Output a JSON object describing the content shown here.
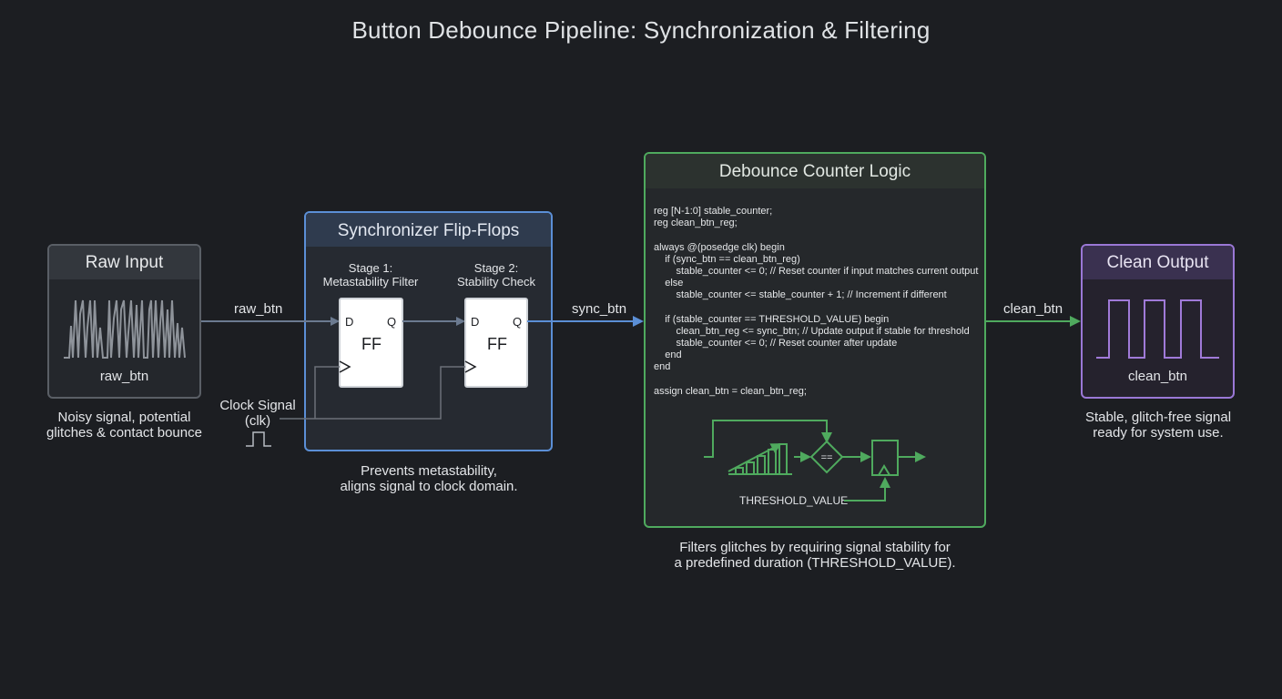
{
  "title": "Button Debounce Pipeline: Synchronization & Filtering",
  "raw_input": {
    "header": "Raw Input",
    "signal_label": "raw_btn",
    "caption_lines": [
      "Noisy signal, potential",
      "glitches & contact bounce"
    ]
  },
  "synchronizer": {
    "header": "Synchronizer Flip-Flops",
    "stage1_lines": [
      "Stage 1:",
      "Metastability Filter"
    ],
    "stage2_lines": [
      "Stage 2:",
      "Stability Check"
    ],
    "ff1": {
      "d": "D",
      "q": "Q",
      "name": "FF"
    },
    "ff2": {
      "d": "D",
      "q": "Q",
      "name": "FF"
    },
    "caption_lines": [
      "Prevents metastability,",
      "aligns signal to clock domain."
    ]
  },
  "clock": {
    "label_lines": [
      "Clock Signal",
      "(clk)"
    ]
  },
  "wires": {
    "raw_btn": "raw_btn",
    "sync_btn": "sync_btn",
    "clean_btn": "clean_btn"
  },
  "debounce": {
    "header": "Debounce Counter Logic",
    "code_lines": [
      "reg [N-1:0] stable_counter;",
      "reg clean_btn_reg;",
      "",
      "always @(posedge clk) begin",
      "    if (sync_btn == clean_btn_reg)",
      "        stable_counter <= 0; // Reset counter if input matches current output",
      "    else",
      "        stable_counter <= stable_counter + 1; // Increment if different",
      "",
      "    if (stable_counter == THRESHOLD_VALUE) begin",
      "        clean_btn_reg <= sync_btn; // Update output if stable for threshold",
      "        stable_counter <= 0; // Reset counter after update",
      "    end",
      "end",
      "",
      "assign clean_btn = clean_btn_reg;"
    ],
    "comparator_symbol": "==",
    "threshold_label": "THRESHOLD_VALUE",
    "caption_lines": [
      "Filters glitches by requiring signal stability for",
      "a predefined duration (THRESHOLD_VALUE)."
    ]
  },
  "clean_output": {
    "header": "Clean Output",
    "signal_label": "clean_btn",
    "caption_lines": [
      "Stable, glitch-free signal",
      "ready for system use."
    ]
  },
  "colors": {
    "background": "#1c1e22",
    "raw_border": "#5a5f66",
    "sync_border": "#5b8fd6",
    "debounce_border": "#4faa5e",
    "clean_border": "#9a78d6",
    "wire_gray": "#6b7079",
    "wire_blue": "#5b8fd6",
    "wire_green": "#4faa5e"
  }
}
